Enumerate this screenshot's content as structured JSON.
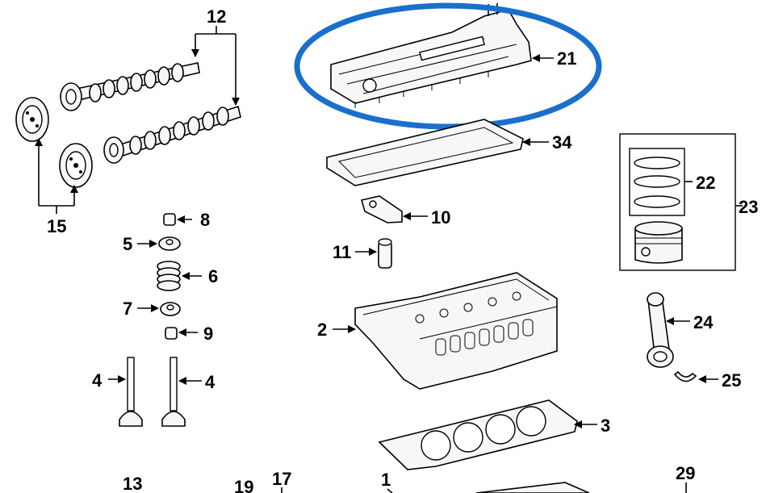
{
  "diagram": {
    "callouts": {
      "c12": "12",
      "c21": "21",
      "c34": "34",
      "c15": "15",
      "c8": "8",
      "c5": "5",
      "c6": "6",
      "c7": "7",
      "c9": "9",
      "c4a": "4",
      "c4b": "4",
      "c10": "10",
      "c11": "11",
      "c22": "22",
      "c23": "23",
      "c2": "2",
      "c24": "24",
      "c25": "25",
      "c3": "3",
      "c13": "13",
      "c19": "19",
      "c17": "17",
      "c1": "1",
      "c29": "29"
    },
    "highlight": {
      "color": "#1a6fcc",
      "target": "21"
    }
  }
}
